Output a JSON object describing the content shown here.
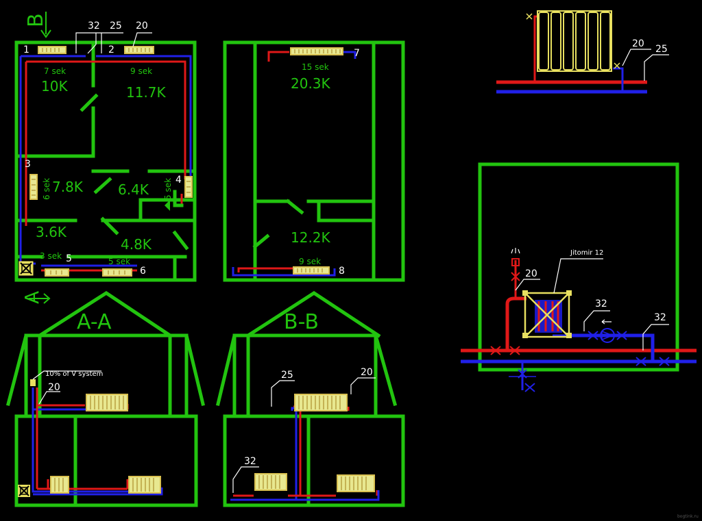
{
  "plan1": {
    "section_letter": "B",
    "labels": {
      "top_32": "32",
      "top_25": "25",
      "top_20": "20"
    },
    "radiators": [
      {
        "num": "1"
      },
      {
        "num": "2"
      },
      {
        "num": "3"
      },
      {
        "num": "4"
      },
      {
        "num": "5"
      },
      {
        "num": "6"
      }
    ],
    "rooms": [
      {
        "sek": "7 sek",
        "load": "10K"
      },
      {
        "sek": "9 sek",
        "load": "11.7K"
      },
      {
        "sek": "6 sek",
        "load": "7.8K"
      },
      {
        "load": "6.4K"
      },
      {
        "sek": "5 sek"
      },
      {
        "load": "3.6K"
      },
      {
        "load": "4.8K"
      },
      {
        "sek": "3 sek"
      },
      {
        "sek": "5 sek"
      }
    ]
  },
  "plan2": {
    "radiators": [
      {
        "num": "7",
        "sek": "15 sek",
        "load": "20.3K"
      },
      {
        "num": "8",
        "sek": "9 sek"
      }
    ],
    "room_load": "12.2K"
  },
  "section_a": {
    "marker": "A",
    "title": "A-A",
    "note": "10% of V system",
    "label_20": "20"
  },
  "section_b": {
    "title": "B-B",
    "label_25": "25",
    "label_20": "20",
    "label_32": "32"
  },
  "detail_top": {
    "label_20": "20",
    "label_25": "25"
  },
  "boiler_room": {
    "boiler_name": "Jitomir 12",
    "label_20": "20",
    "label_32a": "32",
    "label_32b": "32"
  },
  "watermark": "bogtink.ru"
}
